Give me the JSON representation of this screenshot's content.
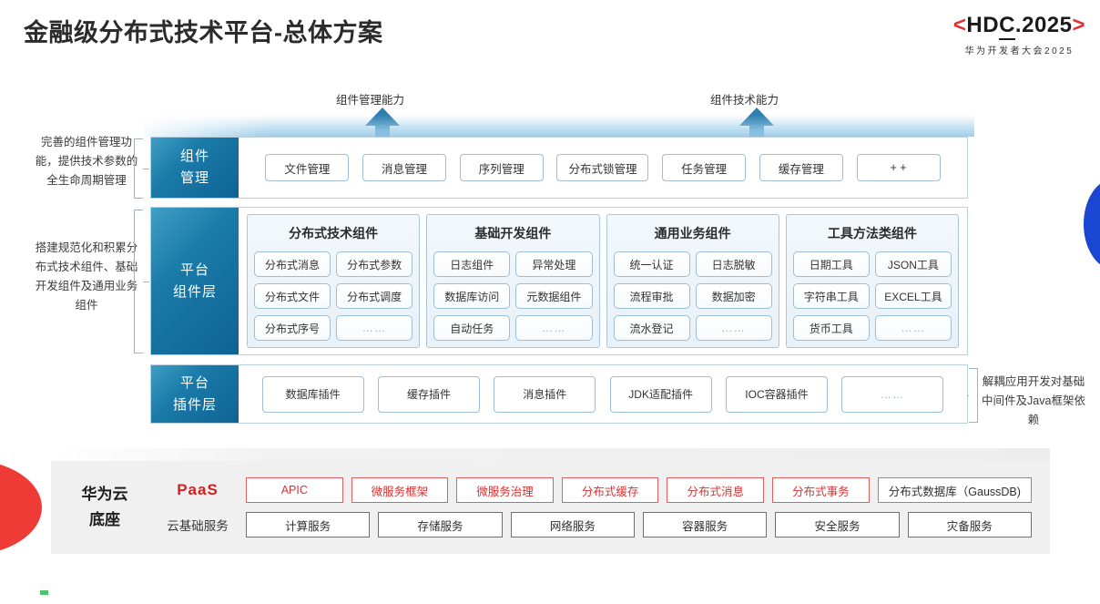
{
  "header": {
    "title": "金融级分布式技术平台-总体方案",
    "logo_left_bracket": "<",
    "logo_text_h": "HD",
    "logo_text_c": "C",
    "logo_text_rest": ".2025",
    "logo_right_bracket": ">",
    "logo_subtitle": "华为开发者大会2025"
  },
  "arrows": [
    {
      "label": "组件管理能力"
    },
    {
      "label": "组件技术能力"
    }
  ],
  "side_notes": {
    "left": [
      "完善的组件管理功能，提供技术参数的全生命周期管理",
      "搭建规范化和积累分布式技术组件、基础开发组件及通用业务组件"
    ],
    "right": "解耦应用开发对基础中间件及Java框架依赖"
  },
  "layers": [
    {
      "title_line1": "组件",
      "title_line2": "管理",
      "items": [
        "文件管理",
        "消息管理",
        "序列管理",
        "分布式锁管理",
        "任务管理",
        "缓存管理",
        "+ +"
      ]
    },
    {
      "title_line1": "平台",
      "title_line2": "组件层",
      "groups": [
        {
          "head": "分布式技术组件",
          "items": [
            "分布式消息",
            "分布式参数",
            "分布式文件",
            "分布式调度",
            "分布式序号",
            "……"
          ]
        },
        {
          "head": "基础开发组件",
          "items": [
            "日志组件",
            "异常处理",
            "数据库访问",
            "元数据组件",
            "自动任务",
            "……"
          ]
        },
        {
          "head": "通用业务组件",
          "items": [
            "统一认证",
            "日志脱敏",
            "流程审批",
            "数据加密",
            "流水登记",
            "……"
          ]
        },
        {
          "head": "工具方法类组件",
          "items": [
            "日期工具",
            "JSON工具",
            "字符串工具",
            "EXCEL工具",
            "货币工具",
            "……"
          ]
        }
      ]
    },
    {
      "title_line1": "平台",
      "title_line2": "插件层",
      "items": [
        "数据库插件",
        "缓存插件",
        "消息插件",
        "JDK适配插件",
        "IOC容器插件",
        "……"
      ]
    }
  ],
  "foundation": {
    "label_line1": "华为云",
    "label_line2": "底座",
    "rows": [
      {
        "label": "PaaS",
        "label_style": "paas",
        "cells": [
          {
            "text": "APIC",
            "style": "red"
          },
          {
            "text": "微服务框架",
            "style": "red"
          },
          {
            "text": "微服务治理",
            "style": "red"
          },
          {
            "text": "分布式缓存",
            "style": "red"
          },
          {
            "text": "分布式消息",
            "style": "red"
          },
          {
            "text": "分布式事务",
            "style": "red"
          },
          {
            "text": "分布式数据库（GaussDB)",
            "style": "gray"
          }
        ]
      },
      {
        "label": "云基础服务",
        "label_style": "basic",
        "cells": [
          {
            "text": "计算服务",
            "style": "svc"
          },
          {
            "text": "存储服务",
            "style": "svc"
          },
          {
            "text": "网络服务",
            "style": "svc"
          },
          {
            "text": "容器服务",
            "style": "svc"
          },
          {
            "text": "安全服务",
            "style": "svc"
          },
          {
            "text": "灾备服务",
            "style": "svc"
          }
        ]
      }
    ]
  },
  "colors": {
    "brand_red": "#d32020",
    "deco_red": "#ef3b36",
    "deco_blue": "#1a46d2",
    "layer_blue_dark": "#0f6394",
    "layer_blue_light": "#3f9fc4",
    "pill_border": "#9dbed6"
  }
}
